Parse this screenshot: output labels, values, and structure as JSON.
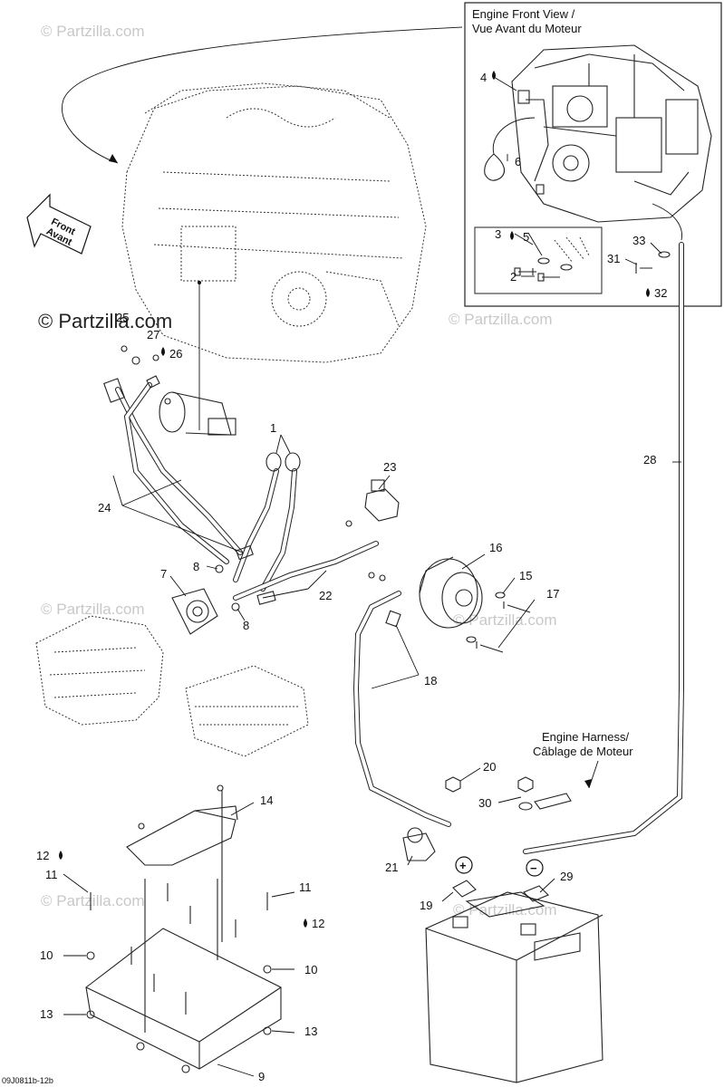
{
  "diagram": {
    "front_view_title": "Engine Front View /\nVue Avant du Moteur",
    "front_label": "Front\nAvant",
    "harness_label": "Engine Harness/\nCâblage de Moteur",
    "watermark": "© Partzilla.com",
    "drawing_code": "09J0811b-12b",
    "callouts": [
      "1",
      "2",
      "3",
      "4",
      "5",
      "6",
      "7",
      "8",
      "8",
      "9",
      "10",
      "10",
      "11",
      "11",
      "12",
      "12",
      "13",
      "13",
      "14",
      "15",
      "16",
      "17",
      "18",
      "19",
      "20",
      "21",
      "22",
      "23",
      "24",
      "25",
      "26",
      "27",
      "28",
      "29",
      "30",
      "31",
      "32",
      "33"
    ],
    "terminal_plus": "+",
    "terminal_minus": "−"
  }
}
